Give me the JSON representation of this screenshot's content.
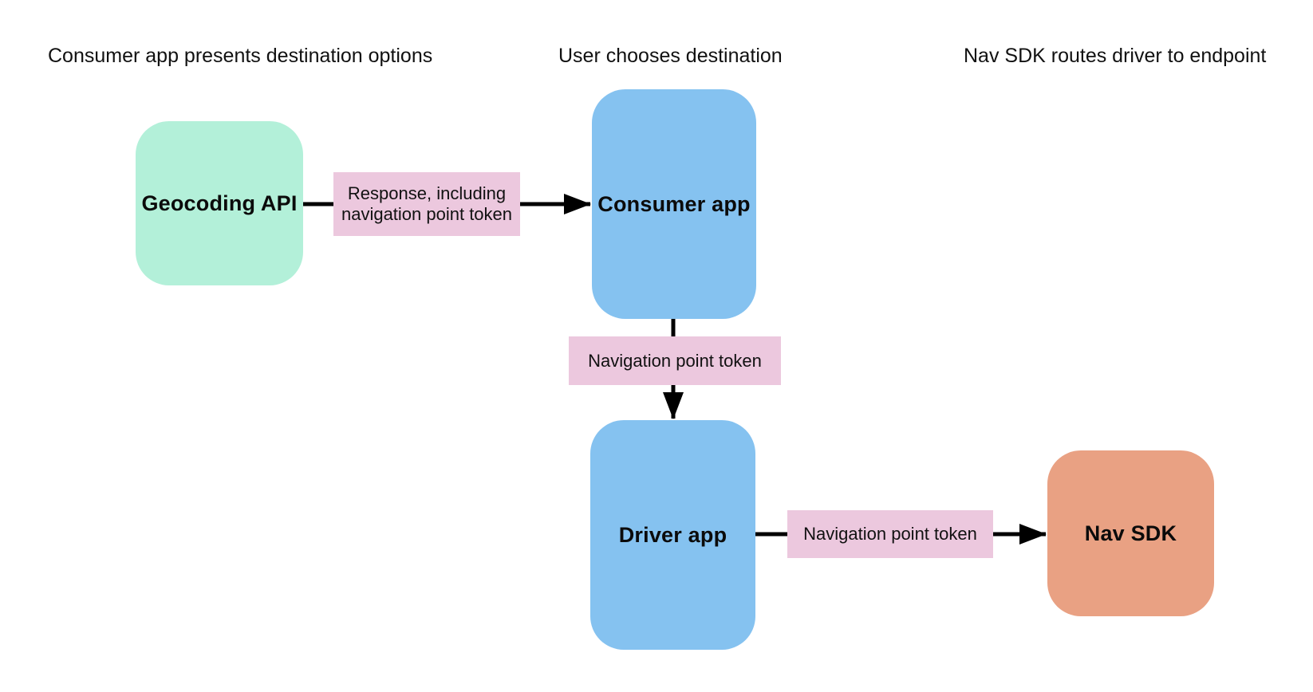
{
  "diagram": {
    "background": "#ffffff",
    "lane_headers": [
      "Consumer app presents destination options",
      "User chooses destination",
      "Nav SDK routes driver to endpoint"
    ],
    "nodes": [
      {
        "id": "geocoding-api",
        "label": "Geocoding API",
        "fill": "#b3f0d9"
      },
      {
        "id": "consumer-app",
        "label": "Consumer app",
        "fill": "#85c2f0"
      },
      {
        "id": "driver-app",
        "label": "Driver app",
        "fill": "#85c2f0"
      },
      {
        "id": "nav-sdk",
        "label": "Nav SDK",
        "fill": "#e9a183"
      }
    ],
    "edges": [
      {
        "from": "geocoding-api",
        "to": "consumer-app",
        "label": "Response, including navigation point token"
      },
      {
        "from": "consumer-app",
        "to": "driver-app",
        "label": "Navigation point token"
      },
      {
        "from": "driver-app",
        "to": "nav-sdk",
        "label": "Navigation point token"
      }
    ],
    "edge_label_fill": "#ecc8de",
    "arrow_color": "#000000"
  }
}
